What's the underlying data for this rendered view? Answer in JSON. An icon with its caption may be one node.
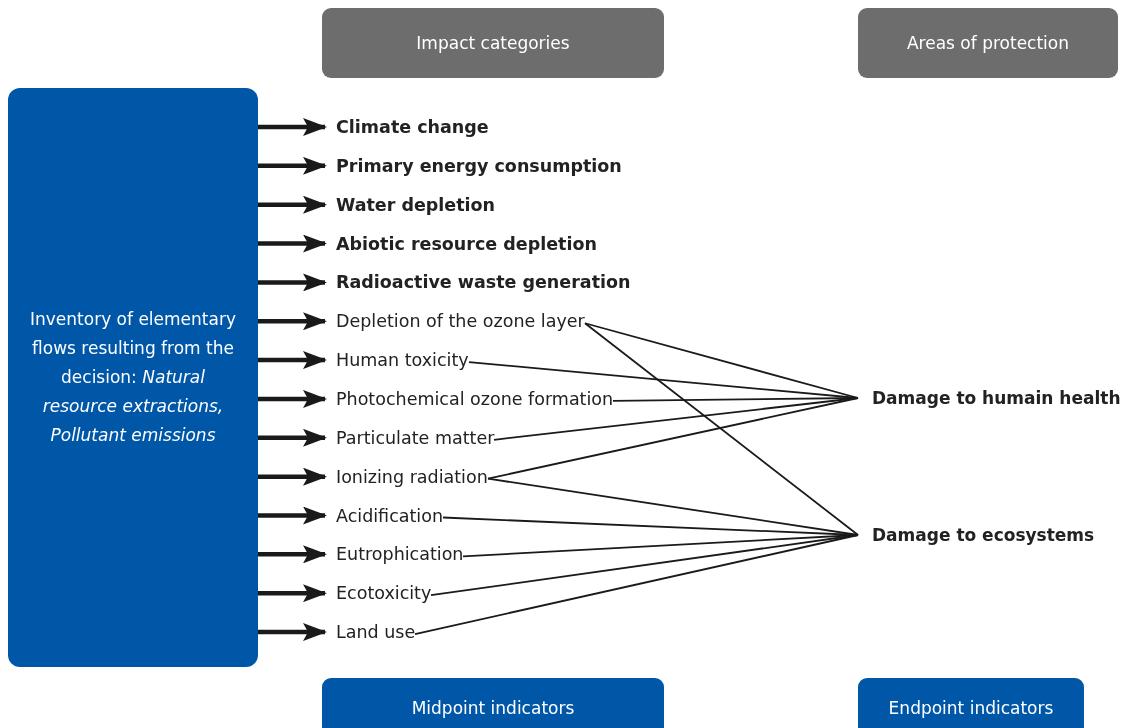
{
  "diagram": {
    "nodes": [
      {
        "text": [
          "Impact categories"
        ]
      },
      {
        "text": [
          "Areas of protection"
        ]
      },
      {
        "text": [
          "Inventory of elementary flows resulting from the decision: *Natural resource extractions, Pollutant emissions*"
        ]
      },
      {
        "text": [
          "Climate change"
        ]
      },
      {
        "text": [
          "Primary energy consumption"
        ]
      },
      {
        "text": [
          "Water depletion"
        ]
      },
      {
        "text": [
          "Abiotic resource depletion"
        ]
      },
      {
        "text": [
          "Radioactive waste generation"
        ]
      },
      {
        "text": [
          "Depletion of the ozone layer"
        ]
      },
      {
        "text": [
          "Human toxicity"
        ]
      },
      {
        "text": [
          "Photochemical ozone formation"
        ]
      },
      {
        "text": [
          "Particulate matter"
        ]
      },
      {
        "text": [
          "Ionizing radiation"
        ]
      },
      {
        "text": [
          "Acidification"
        ]
      },
      {
        "text": [
          "Eutrophication"
        ]
      },
      {
        "text": [
          "Ecotoxicity"
        ]
      },
      {
        "text": [
          "Land use"
        ]
      },
      {
        "text": [
          "Damage to humain health"
        ]
      },
      {
        "text": [
          "Damage to ecosystems"
        ]
      },
      {
        "text": [
          "Midpoint indicators"
        ]
      },
      {
        "text": [
          "Endpoint indicators"
        ]
      }
    ],
    "edges": [
      {
        "from": 2,
        "to": 3,
        "arrow": "to"
      },
      {
        "from": 2,
        "to": 4,
        "arrow": "to"
      },
      {
        "from": 2,
        "to": 5,
        "arrow": "to"
      },
      {
        "from": 2,
        "to": 6,
        "arrow": "to"
      },
      {
        "from": 2,
        "to": 7,
        "arrow": "to"
      },
      {
        "from": 2,
        "to": 8,
        "arrow": "to"
      },
      {
        "from": 2,
        "to": 9,
        "arrow": "to"
      },
      {
        "from": 2,
        "to": 10,
        "arrow": "to"
      },
      {
        "from": 2,
        "to": 11,
        "arrow": "to"
      },
      {
        "from": 2,
        "to": 12,
        "arrow": "to"
      },
      {
        "from": 2,
        "to": 13,
        "arrow": "to"
      },
      {
        "from": 2,
        "to": 14,
        "arrow": "to"
      },
      {
        "from": 2,
        "to": 15,
        "arrow": "to"
      },
      {
        "from": 2,
        "to": 16,
        "arrow": "to"
      },
      {
        "from": 8,
        "to": 17,
        "arrow": "none"
      },
      {
        "from": 8,
        "to": 18,
        "arrow": "none"
      },
      {
        "from": 9,
        "to": 17,
        "arrow": "none"
      },
      {
        "from": 10,
        "to": 17,
        "arrow": "none"
      },
      {
        "from": 11,
        "to": 17,
        "arrow": "none"
      },
      {
        "from": 12,
        "to": 17,
        "arrow": "none"
      },
      {
        "from": 12,
        "to": 18,
        "arrow": "none"
      },
      {
        "from": 13,
        "to": 18,
        "arrow": "none"
      },
      {
        "from": 14,
        "to": 18,
        "arrow": "none"
      },
      {
        "from": 15,
        "to": 18,
        "arrow": "none"
      },
      {
        "from": 16,
        "to": 18,
        "arrow": "none"
      }
    ]
  }
}
